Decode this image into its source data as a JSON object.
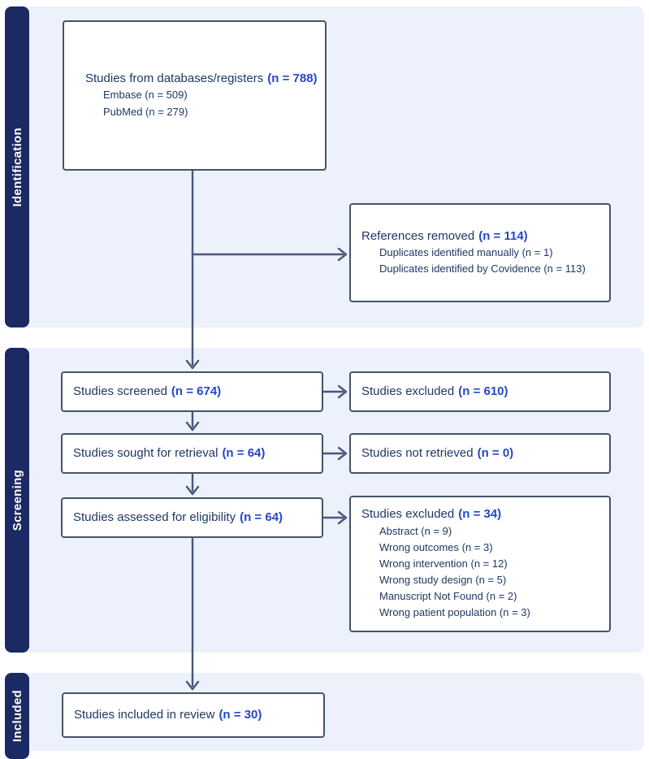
{
  "colors": {
    "sidebar_bar": "#1b2a63",
    "band_background": "#edf1fb",
    "box_border": "#44546a",
    "arrow": "#47577d",
    "label_text": "#1f3864",
    "count_text": "#2447c9"
  },
  "sidebar": {
    "identification": "Identification",
    "screening": "Screening",
    "included": "Included"
  },
  "boxes": {
    "databases": {
      "label": "Studies from databases/registers",
      "count": "(n = 788)",
      "details": [
        "Embase (n = 509)",
        "PubMed (n = 279)"
      ]
    },
    "references_removed": {
      "label": "References removed",
      "count": "(n = 114)",
      "details": [
        "Duplicates identified manually (n = 1)",
        "Duplicates identified by Covidence (n = 113)"
      ]
    },
    "screened": {
      "label": "Studies screened",
      "count": "(n = 674)"
    },
    "excluded_screening": {
      "label": "Studies excluded",
      "count": "(n = 610)"
    },
    "sought": {
      "label": "Studies sought for retrieval",
      "count": "(n = 64)"
    },
    "not_retrieved": {
      "label": "Studies not retrieved",
      "count": "(n = 0)"
    },
    "assessed": {
      "label": "Studies assessed for eligibility",
      "count": "(n = 64)"
    },
    "excluded_eligibility": {
      "label": "Studies excluded",
      "count": "(n = 34)",
      "details": [
        "Abstract (n = 9)",
        "Wrong outcomes (n = 3)",
        "Wrong intervention (n = 12)",
        "Wrong study design (n = 5)",
        "Manuscript Not Found (n = 2)",
        "Wrong patient population (n = 3)"
      ]
    },
    "included": {
      "label": "Studies included in review",
      "count": "(n = 30)"
    }
  }
}
